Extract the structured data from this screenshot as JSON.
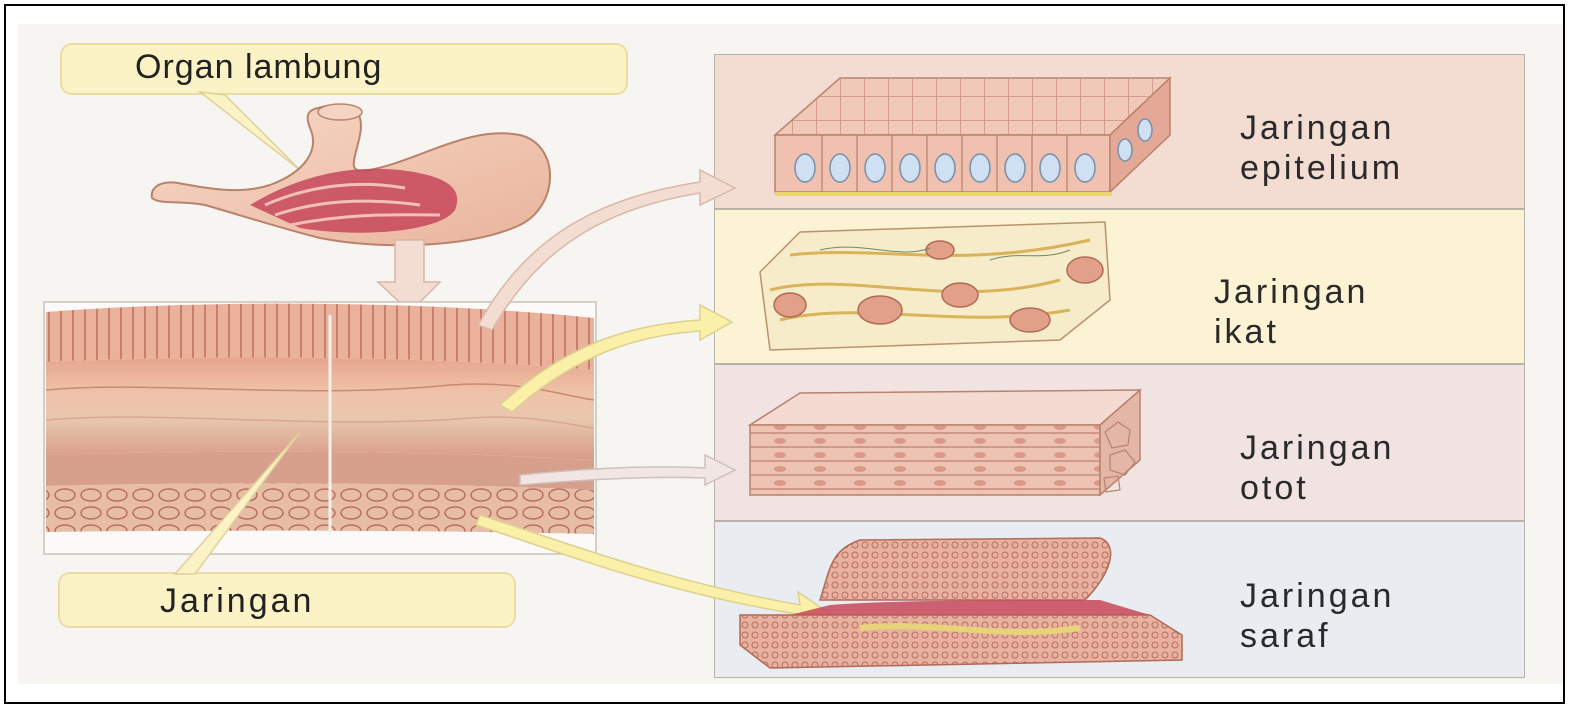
{
  "labels": {
    "organ": "Organ lambung",
    "tissue": "Jaringan"
  },
  "tissues": [
    {
      "line1": "Jaringan",
      "line2": "epitelium",
      "color": "#f3ddd3"
    },
    {
      "line1": "Jaringan",
      "line2": "ikat",
      "color": "#fbf3d4"
    },
    {
      "line1": "Jaringan",
      "line2": "otot",
      "color": "#f1e3e2"
    },
    {
      "line1": "Jaringan",
      "line2": "saraf",
      "color": "#e9edf2"
    }
  ]
}
